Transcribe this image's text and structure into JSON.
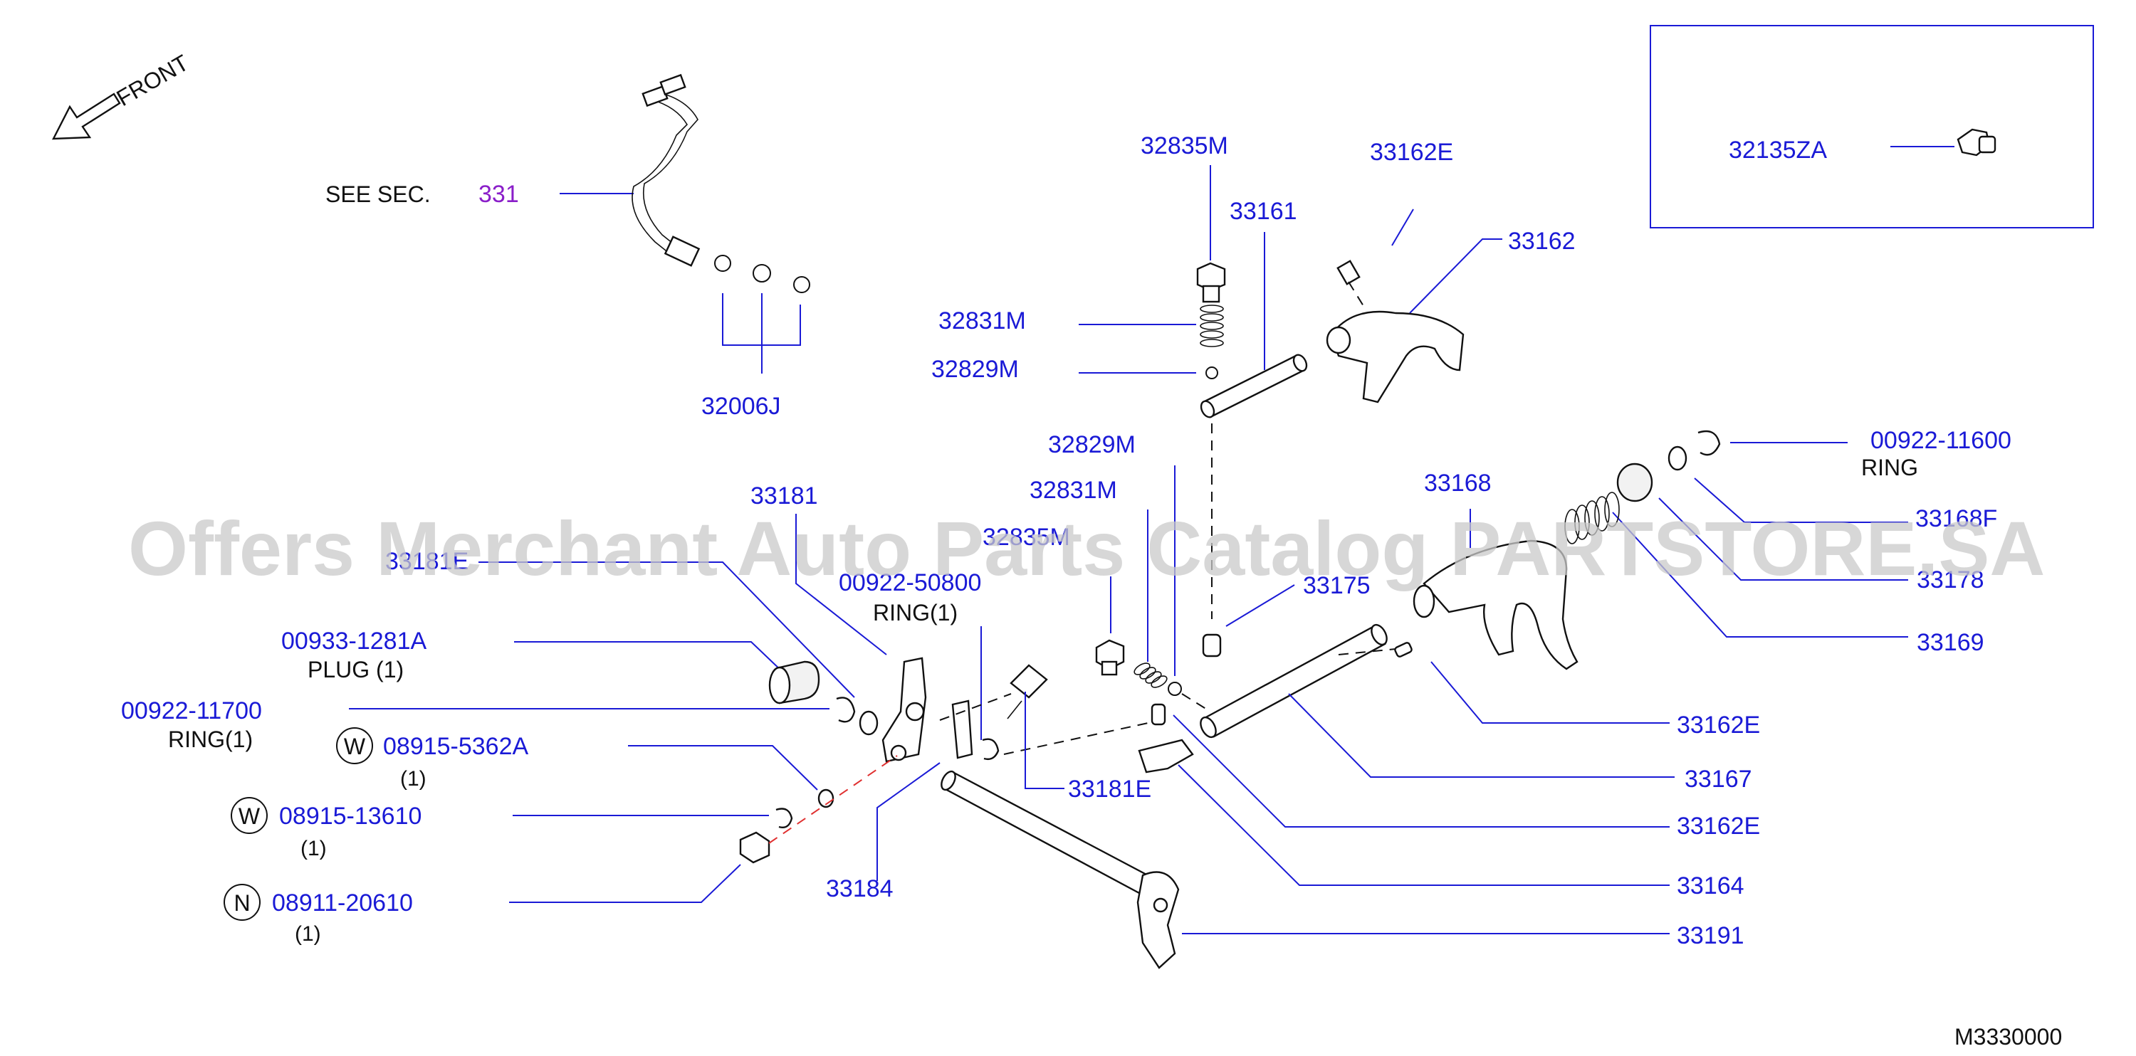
{
  "diagram_code": "M3330000",
  "watermark": "Offers Merchant Auto Parts Catalog PARTSTORE.SA",
  "front_indicator": "FRONT",
  "see_sec": {
    "prefix": "SEE   SEC.",
    "number": "331"
  },
  "inset_part": "32135ZA",
  "parts": {
    "p32006J": "32006J",
    "p32835M_top": "32835M",
    "p32831M_top": "32831M",
    "p32829M_top": "32829M",
    "p33161": "33161",
    "p33162E_top": "33162E",
    "p33162": "33162",
    "p00922_11600": "00922-11600",
    "ring_11600": "RING",
    "p33168": "33168",
    "p33168F": "33168F",
    "p33178": "33178",
    "p33169": "33169",
    "p32829M_mid": "32829M",
    "p32831M_mid": "32831M",
    "p32835M_mid": "32835M",
    "p33181": "33181",
    "p33181E_left": "33181E",
    "p00922_50800": "00922-50800",
    "ring_50800": "RING(1)",
    "p33175": "33175",
    "p00933_1281A": "00933-1281A",
    "plug_1281A": "PLUG   (1)",
    "p00922_11700": "00922-11700",
    "ring_11700": "RING(1)",
    "p08915_5362A": "08915-5362A",
    "qty_5362A": "(1)",
    "mark_5362A": "W",
    "p08915_13610": "08915-13610",
    "qty_13610": "(1)",
    "mark_13610": "W",
    "p08911_20610": "08911-20610",
    "qty_20610": "(1)",
    "mark_20610": "N",
    "p33181E_mid": "33181E",
    "p33184": "33184",
    "p33162E_r1": "33162E",
    "p33167": "33167",
    "p33162E_r2": "33162E",
    "p33164": "33164",
    "p33191": "33191"
  }
}
